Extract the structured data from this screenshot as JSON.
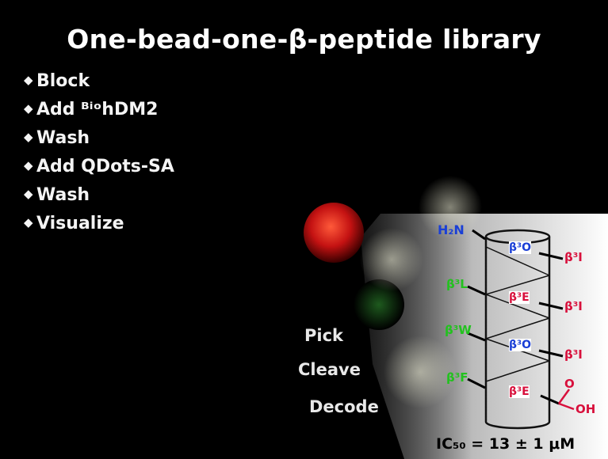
{
  "slide": {
    "title": "One-bead-one-β-peptide library",
    "bullets": [
      "Block",
      "Add ᴮⁱᵒhDM2",
      "Wash",
      "Add QDots-SA",
      "Wash",
      "Visualize"
    ],
    "steps": [
      "Pick",
      "Cleave",
      "Decode"
    ],
    "ic50": "IC₅₀ = 13 ± 1 μM"
  },
  "helix": {
    "n_terminus": "H₂N",
    "residues_inner": [
      "β³O",
      "β³E",
      "β³O",
      "β³E"
    ],
    "residues_left": [
      "β³L",
      "β³W",
      "β³F"
    ],
    "residues_right": [
      "β³I",
      "β³I",
      "β³I"
    ],
    "c_terminus_o": "O",
    "c_terminus_oh": "OH"
  },
  "colors": {
    "background": "#000000",
    "blue_residue": "#1a3fd6",
    "red_residue": "#d8103c",
    "green_residue": "#22c21e",
    "bead": "#c81414"
  }
}
